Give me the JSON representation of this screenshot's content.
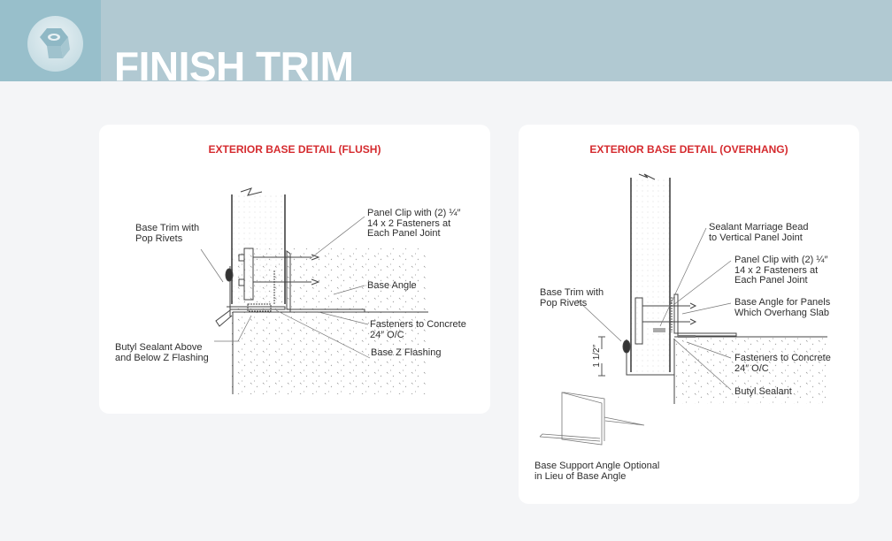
{
  "header": {
    "title": "FINISH TRIM",
    "icon": "hex-nut-icon",
    "colors": {
      "band": "#b1c9d2",
      "logo_box": "#98bfcb",
      "accent": "#d52b2f"
    }
  },
  "flush": {
    "title": "EXTERIOR BASE DETAIL (FLUSH)",
    "labels": {
      "base_trim": "Base Trim with\nPop Rivets",
      "panel_clip": "Panel Clip with (2) ¼″\n14 x 2 Fasteners at\nEach Panel Joint",
      "base_angle": "Base Angle",
      "fasteners": "Fasteners to Concrete\n24″ O/C",
      "butyl": "Butyl Sealant Above\nand Below Z Flashing",
      "z_flashing": "Base Z Flashing"
    }
  },
  "overhang": {
    "title": "EXTERIOR BASE DETAIL (OVERHANG)",
    "labels": {
      "sealant": "Sealant Marriage Bead\nto Vertical Panel Joint",
      "panel_clip": "Panel Clip with (2) ¼″\n14 x 2 Fasteners at\nEach Panel Joint",
      "base_angle": "Base Angle for Panels\nWhich Overhang Slab",
      "base_trim": "Base Trim with\nPop Rivets",
      "dimension": "1 1/2″",
      "fasteners": "Fasteners to Concrete\n24″ O/C",
      "butyl": "Butyl Sealant",
      "support_angle": "Base Support Angle Optional\nin Lieu of Base Angle"
    }
  }
}
